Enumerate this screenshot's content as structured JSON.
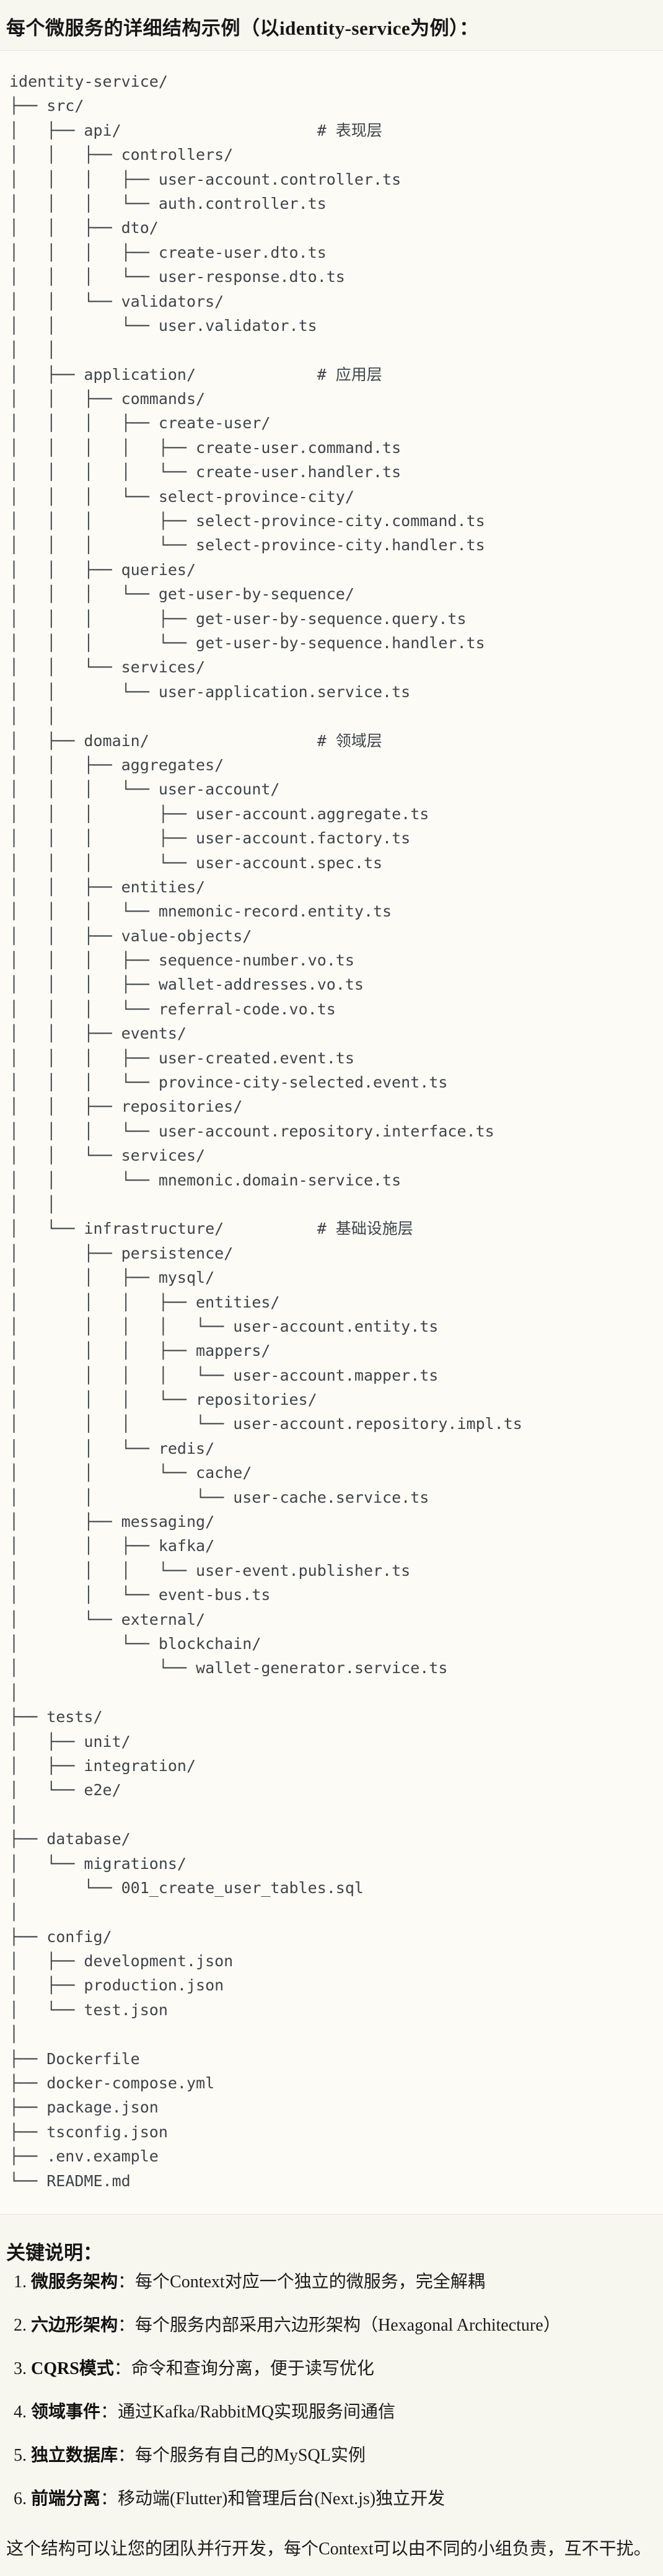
{
  "title": "每个微服务的详细结构示例（以identity-service为例）：",
  "colors": {
    "page_bg": "#f7f6ef",
    "code_bg": "#fcfbf6",
    "divider": "#e7e5dc",
    "tree_text": "#3f444a",
    "title_text": "#161616",
    "body_text": "#1c1c1c"
  },
  "tree": {
    "lines": [
      "identity-service/",
      "├── src/",
      "│   ├── api/                     # 表现层",
      "│   │   ├── controllers/",
      "│   │   │   ├── user-account.controller.ts",
      "│   │   │   └── auth.controller.ts",
      "│   │   ├── dto/",
      "│   │   │   ├── create-user.dto.ts",
      "│   │   │   └── user-response.dto.ts",
      "│   │   └── validators/",
      "│   │       └── user.validator.ts",
      "│   │",
      "│   ├── application/             # 应用层",
      "│   │   ├── commands/",
      "│   │   │   ├── create-user/",
      "│   │   │   │   ├── create-user.command.ts",
      "│   │   │   │   └── create-user.handler.ts",
      "│   │   │   └── select-province-city/",
      "│   │   │       ├── select-province-city.command.ts",
      "│   │   │       └── select-province-city.handler.ts",
      "│   │   ├── queries/",
      "│   │   │   └── get-user-by-sequence/",
      "│   │   │       ├── get-user-by-sequence.query.ts",
      "│   │   │       └── get-user-by-sequence.handler.ts",
      "│   │   └── services/",
      "│   │       └── user-application.service.ts",
      "│   │",
      "│   ├── domain/                  # 领域层",
      "│   │   ├── aggregates/",
      "│   │   │   └── user-account/",
      "│   │   │       ├── user-account.aggregate.ts",
      "│   │   │       ├── user-account.factory.ts",
      "│   │   │       └── user-account.spec.ts",
      "│   │   ├── entities/",
      "│   │   │   └── mnemonic-record.entity.ts",
      "│   │   ├── value-objects/",
      "│   │   │   ├── sequence-number.vo.ts",
      "│   │   │   ├── wallet-addresses.vo.ts",
      "│   │   │   └── referral-code.vo.ts",
      "│   │   ├── events/",
      "│   │   │   ├── user-created.event.ts",
      "│   │   │   └── province-city-selected.event.ts",
      "│   │   ├── repositories/",
      "│   │   │   └── user-account.repository.interface.ts",
      "│   │   └── services/",
      "│   │       └── mnemonic.domain-service.ts",
      "│   │",
      "│   └── infrastructure/          # 基础设施层",
      "│       ├── persistence/",
      "│       │   ├── mysql/",
      "│       │   │   ├── entities/",
      "│       │   │   │   └── user-account.entity.ts",
      "│       │   │   ├── mappers/",
      "│       │   │   │   └── user-account.mapper.ts",
      "│       │   │   └── repositories/",
      "│       │   │       └── user-account.repository.impl.ts",
      "│       │   └── redis/",
      "│       │       └── cache/",
      "│       │           └── user-cache.service.ts",
      "│       ├── messaging/",
      "│       │   ├── kafka/",
      "│       │   │   └── user-event.publisher.ts",
      "│       │   └── event-bus.ts",
      "│       └── external/",
      "│           └── blockchain/",
      "│               └── wallet-generator.service.ts",
      "│",
      "├── tests/",
      "│   ├── unit/",
      "│   ├── integration/",
      "│   └── e2e/",
      "│",
      "├── database/",
      "│   └── migrations/",
      "│       └── 001_create_user_tables.sql",
      "│",
      "├── config/",
      "│   ├── development.json",
      "│   ├── production.json",
      "│   └── test.json",
      "│",
      "├── Dockerfile",
      "├── docker-compose.yml",
      "├── package.json",
      "├── tsconfig.json",
      "├── .env.example",
      "└── README.md"
    ]
  },
  "notes": {
    "heading": "关键说明：",
    "separator": "：",
    "items": [
      {
        "num": "1.",
        "label": "微服务架构",
        "text": "每个Context对应一个独立的微服务，完全解耦"
      },
      {
        "num": "2.",
        "label": "六边形架构",
        "text": "每个服务内部采用六边形架构（Hexagonal Architecture）"
      },
      {
        "num": "3.",
        "label": "CQRS模式",
        "text": "命令和查询分离，便于读写优化"
      },
      {
        "num": "4.",
        "label": "领域事件",
        "text": "通过Kafka/RabbitMQ实现服务间通信"
      },
      {
        "num": "5.",
        "label": "独立数据库",
        "text": "每个服务有自己的MySQL实例"
      },
      {
        "num": "6.",
        "label": "前端分离",
        "text": "移动端(Flutter)和管理后台(Next.js)独立开发"
      }
    ],
    "footer": "这个结构可以让您的团队并行开发，每个Context可以由不同的小组负责，互不干扰。"
  }
}
